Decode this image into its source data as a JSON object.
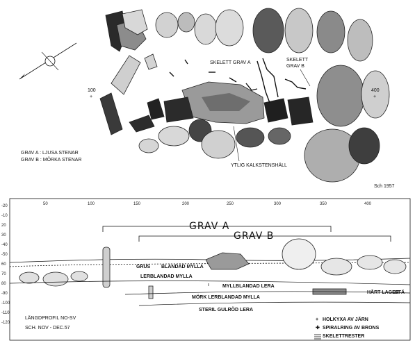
{
  "plan": {
    "label_skelett_a": "SKELETT GRAV A",
    "label_skelett_b_line1": "SKELETT",
    "label_skelett_b_line2": "GRAV B",
    "marker_100": "100",
    "marker_100_plus": "+",
    "marker_400": "400",
    "marker_400_plus": "+",
    "legend_a": "GRAV  A : LJUSA  STENAR",
    "legend_b": "GRAV  B : MÖRKA  STENAR",
    "label_kalksten": "YTLIG  KALKSTENSHÄLL",
    "signature": "Sch 1957"
  },
  "profile": {
    "x_ticks": [
      "50",
      "100",
      "150",
      "200",
      "250",
      "300",
      "350",
      "400"
    ],
    "y_ticks": [
      "-20",
      "-10",
      "20",
      "30",
      "-40",
      "-50",
      "60",
      "70",
      "80",
      "-90",
      "-100",
      "-110",
      "-120"
    ],
    "grav_a": "GRAV A",
    "grav_b": "GRAV B",
    "layer_grus": "GRUS",
    "layer_blandad": "BLANDAD MYLLA",
    "layer_lerblandad": "LERBLANDAD MYLLA",
    "layer_myllblandad": "MYLLBLANDAD LERA",
    "layer_mork": "MÖRK LERBLANDAD MYLLA",
    "layer_steril": "STERIL GULRÖD LERA",
    "layer_hart": "HÅRT LAGER",
    "layer_sta": "STÄ",
    "title": "LÄNGDPROFIL NO-SV",
    "subtitle": "SCH. NOV - DEC.57",
    "legend_holkyxa": "HOLKYXA  AV JÄRN",
    "legend_spiralring": "SPIRALRING  AV BRONS",
    "legend_skelett": "SKELETTRESTER",
    "legend_holkyxa_symbol": "+",
    "legend_spiralring_symbol": "✚"
  }
}
